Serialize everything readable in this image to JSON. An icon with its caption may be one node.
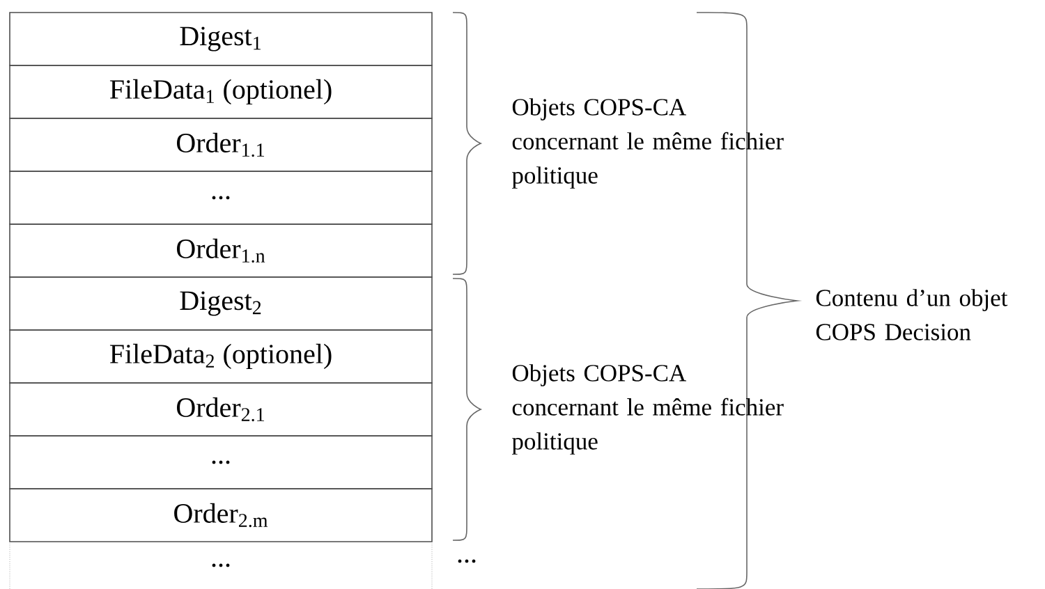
{
  "diagram": {
    "nodes": [
      {
        "text": [
          "Digest$_{1}$"
        ]
      },
      {
        "text": [
          "FileData$_{1}$ (optionel)"
        ]
      },
      {
        "text": [
          "Order$_{1.1}$"
        ]
      },
      {
        "text": [
          "..."
        ]
      },
      {
        "text": [
          "Order$_{1.n}$"
        ]
      },
      {
        "text": [
          "Digest$_{2}$"
        ]
      },
      {
        "text": [
          "FileData$_{2}$ (optionel)"
        ]
      },
      {
        "text": [
          "Order$_{2.1}$"
        ]
      },
      {
        "text": [
          "..."
        ]
      },
      {
        "text": [
          "Order$_{2.m}$"
        ]
      },
      {
        "text": [
          "..."
        ]
      }
    ],
    "labels": [
      "Objets COPS-CA concernant le même fichier politique",
      "Objets COPS-CA concernant le même fichier politique",
      "Contenu d’un objet COPS Decision",
      "..."
    ]
  }
}
